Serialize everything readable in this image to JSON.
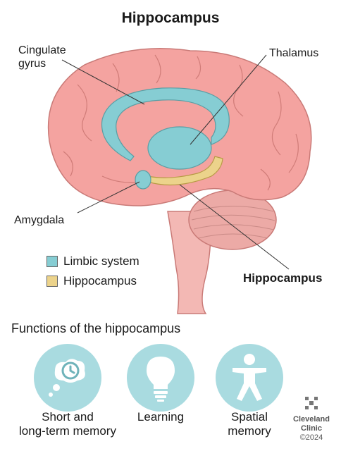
{
  "title": "Hippocampus",
  "labels": {
    "cingulate": "Cingulate\ngyrus",
    "thalamus": "Thalamus",
    "amygdala": "Amygdala",
    "hippocampus": "Hippocampus"
  },
  "legend": [
    {
      "label": "Limbic system",
      "color": "#86cdd3"
    },
    {
      "label": "Hippocampus",
      "color": "#ecd38b"
    }
  ],
  "functions_heading": "Functions of the hippocampus",
  "functions": [
    {
      "label": "Short and\nlong-term memory",
      "icon": "thought-bubble-clock-icon"
    },
    {
      "label": "Learning",
      "icon": "lightbulb-icon"
    },
    {
      "label": "Spatial\nmemory",
      "icon": "person-figure-icon"
    }
  ],
  "logo": {
    "name": "Cleveland\nClinic",
    "copyright": "©2024"
  },
  "colors": {
    "brain": "#f4a3a0",
    "limbic": "#86cdd3",
    "hippocampus": "#ecd38b",
    "circle": "#a9dbe0"
  }
}
